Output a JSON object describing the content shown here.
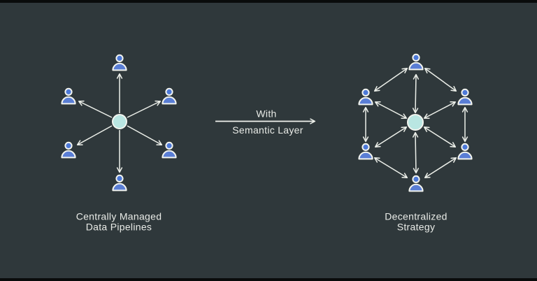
{
  "left_diagram": {
    "label_line1": "Centrally Managed",
    "label_line2": "Data Pipelines"
  },
  "transition": {
    "label_line1": "With",
    "label_line2": "Semantic Layer"
  },
  "right_diagram": {
    "label_line1": "Decentralized",
    "label_line2": "Strategy"
  },
  "icons": {
    "person": "person-icon",
    "hub": "hub-circle-icon",
    "arrow": "arrow-connector",
    "double_arrow": "double-arrow-connector"
  },
  "colors": {
    "background": "#2f383b",
    "letterbox": "#090b0b",
    "person_blue": "#5a7ed5",
    "hub_teal": "#b9e6e2",
    "line_white": "#edf0ea",
    "text": "#e9ebe7"
  }
}
